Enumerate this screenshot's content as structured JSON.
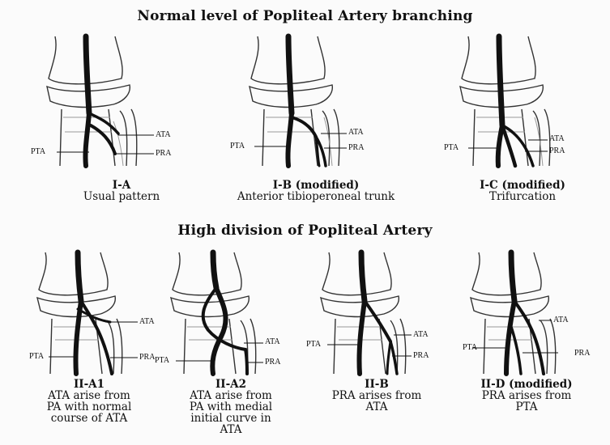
{
  "headings": {
    "normal": "Normal level of Popliteal Artery branching",
    "high": "High division of Popliteal Artery"
  },
  "labels": {
    "ata": "ATA",
    "pta": "PTA",
    "pra": "PRA"
  },
  "panels": [
    {
      "id": "I-A",
      "desc": "Usual pattern"
    },
    {
      "id": "I-B (modified)",
      "desc": "Anterior tibioperoneal trunk"
    },
    {
      "id": "I-C (modified)",
      "desc": "Trifurcation"
    },
    {
      "id": "II-A1",
      "desc": "ATA arise from\nPA with normal\ncourse of ATA"
    },
    {
      "id": "II-A2",
      "desc": "ATA arise from\nPA with medial\ninitial curve in\nATA"
    },
    {
      "id": "II-B",
      "desc": "PRA arises from\nATA"
    },
    {
      "id": "II-D (modified)",
      "desc": "PRA arises from\nPTA"
    }
  ]
}
